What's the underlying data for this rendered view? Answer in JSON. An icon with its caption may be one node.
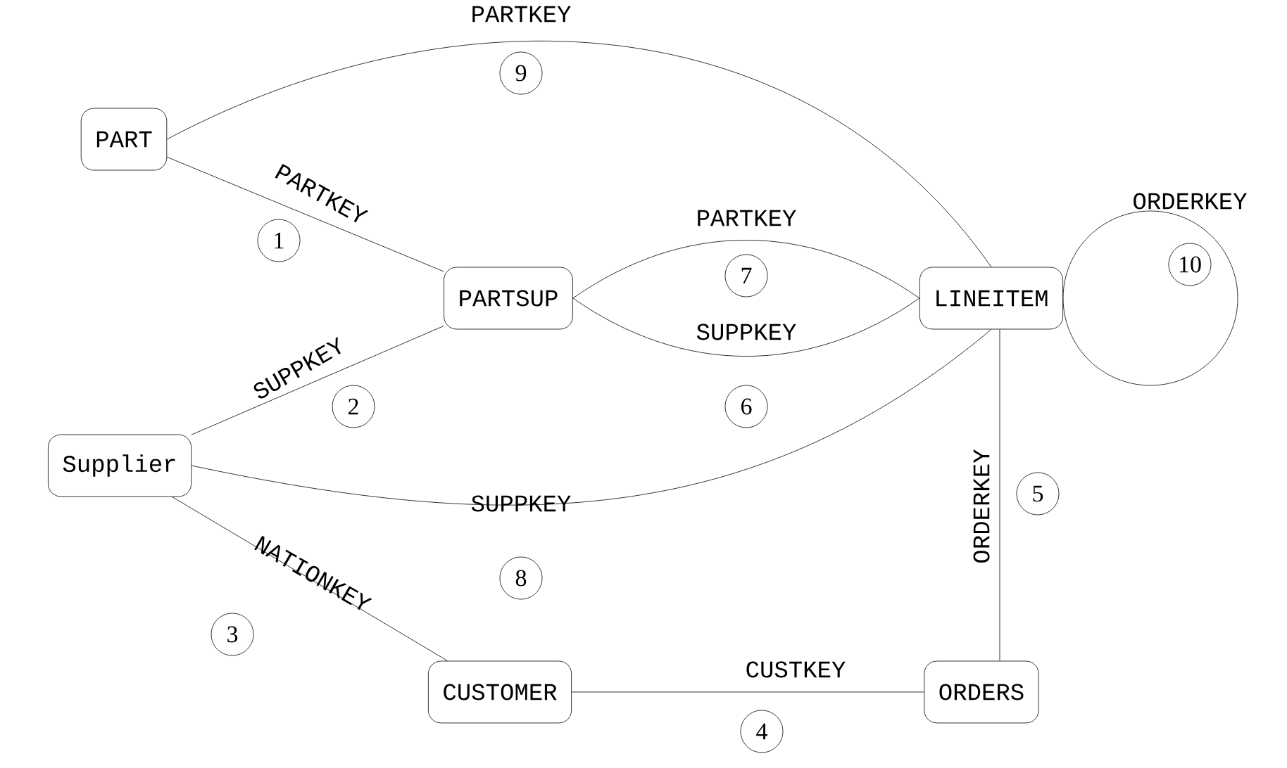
{
  "diagram": {
    "nodes": [
      {
        "text": [
          "PART"
        ]
      },
      {
        "text": [
          "PARTSUP"
        ]
      },
      {
        "text": [
          "Supplier"
        ]
      },
      {
        "text": [
          "LINEITEM"
        ]
      },
      {
        "text": [
          "CUSTOMER"
        ]
      },
      {
        "text": [
          "ORDERS"
        ]
      }
    ],
    "edges": [
      {
        "from": 0,
        "to": 1,
        "arrow": "none",
        "label": "PARTKEY"
      },
      {
        "from": 2,
        "to": 1,
        "arrow": "none",
        "label": "SUPPKEY"
      },
      {
        "from": 2,
        "to": 4,
        "arrow": "none",
        "label": "NATIONKEY"
      },
      {
        "from": 4,
        "to": 5,
        "arrow": "none",
        "label": "CUSTKEY"
      },
      {
        "from": 3,
        "to": 5,
        "arrow": "none",
        "label": "ORDERKEY"
      },
      {
        "from": 1,
        "to": 3,
        "arrow": "none",
        "label": "SUPPKEY"
      },
      {
        "from": 1,
        "to": 3,
        "arrow": "none",
        "label": "PARTKEY"
      },
      {
        "from": 2,
        "to": 3,
        "arrow": "none",
        "label": "SUPPKEY"
      },
      {
        "from": 0,
        "to": 3,
        "arrow": "none",
        "label": "PARTKEY"
      },
      {
        "from": 3,
        "to": 3,
        "arrow": "none",
        "label": "ORDERKEY"
      }
    ],
    "labels": [
      "1",
      "2",
      "3",
      "4",
      "5",
      "6",
      "7",
      "8",
      "9",
      "10"
    ]
  }
}
